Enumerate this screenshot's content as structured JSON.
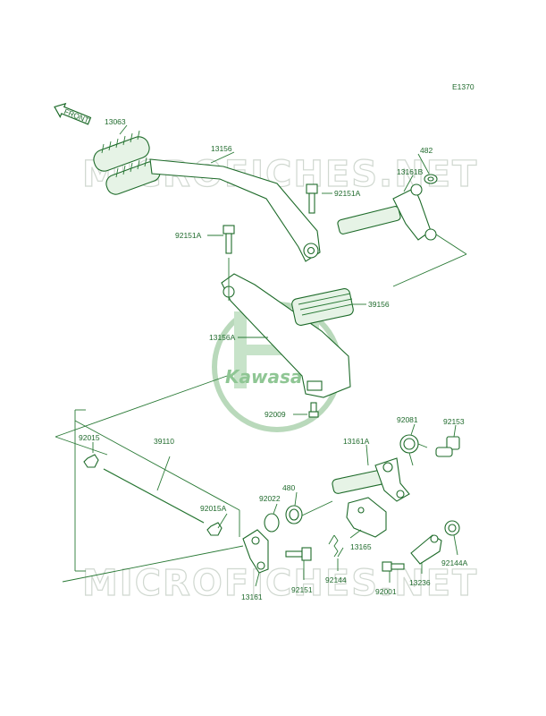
{
  "diagram_code": "E1370",
  "front_arrow": "FRONT",
  "watermark": {
    "text": "MICROFICHES.NET",
    "logo": "Kawasaki"
  },
  "parts": [
    "13063",
    "13156",
    "13161B",
    "482",
    "92151A",
    "92151A",
    "39156",
    "13156A",
    "92009",
    "92081",
    "92153",
    "92015",
    "39110",
    "13161A",
    "92022",
    "480",
    "92015A",
    "13165",
    "92144",
    "13236",
    "92144A",
    "13161",
    "92151",
    "92001"
  ]
}
